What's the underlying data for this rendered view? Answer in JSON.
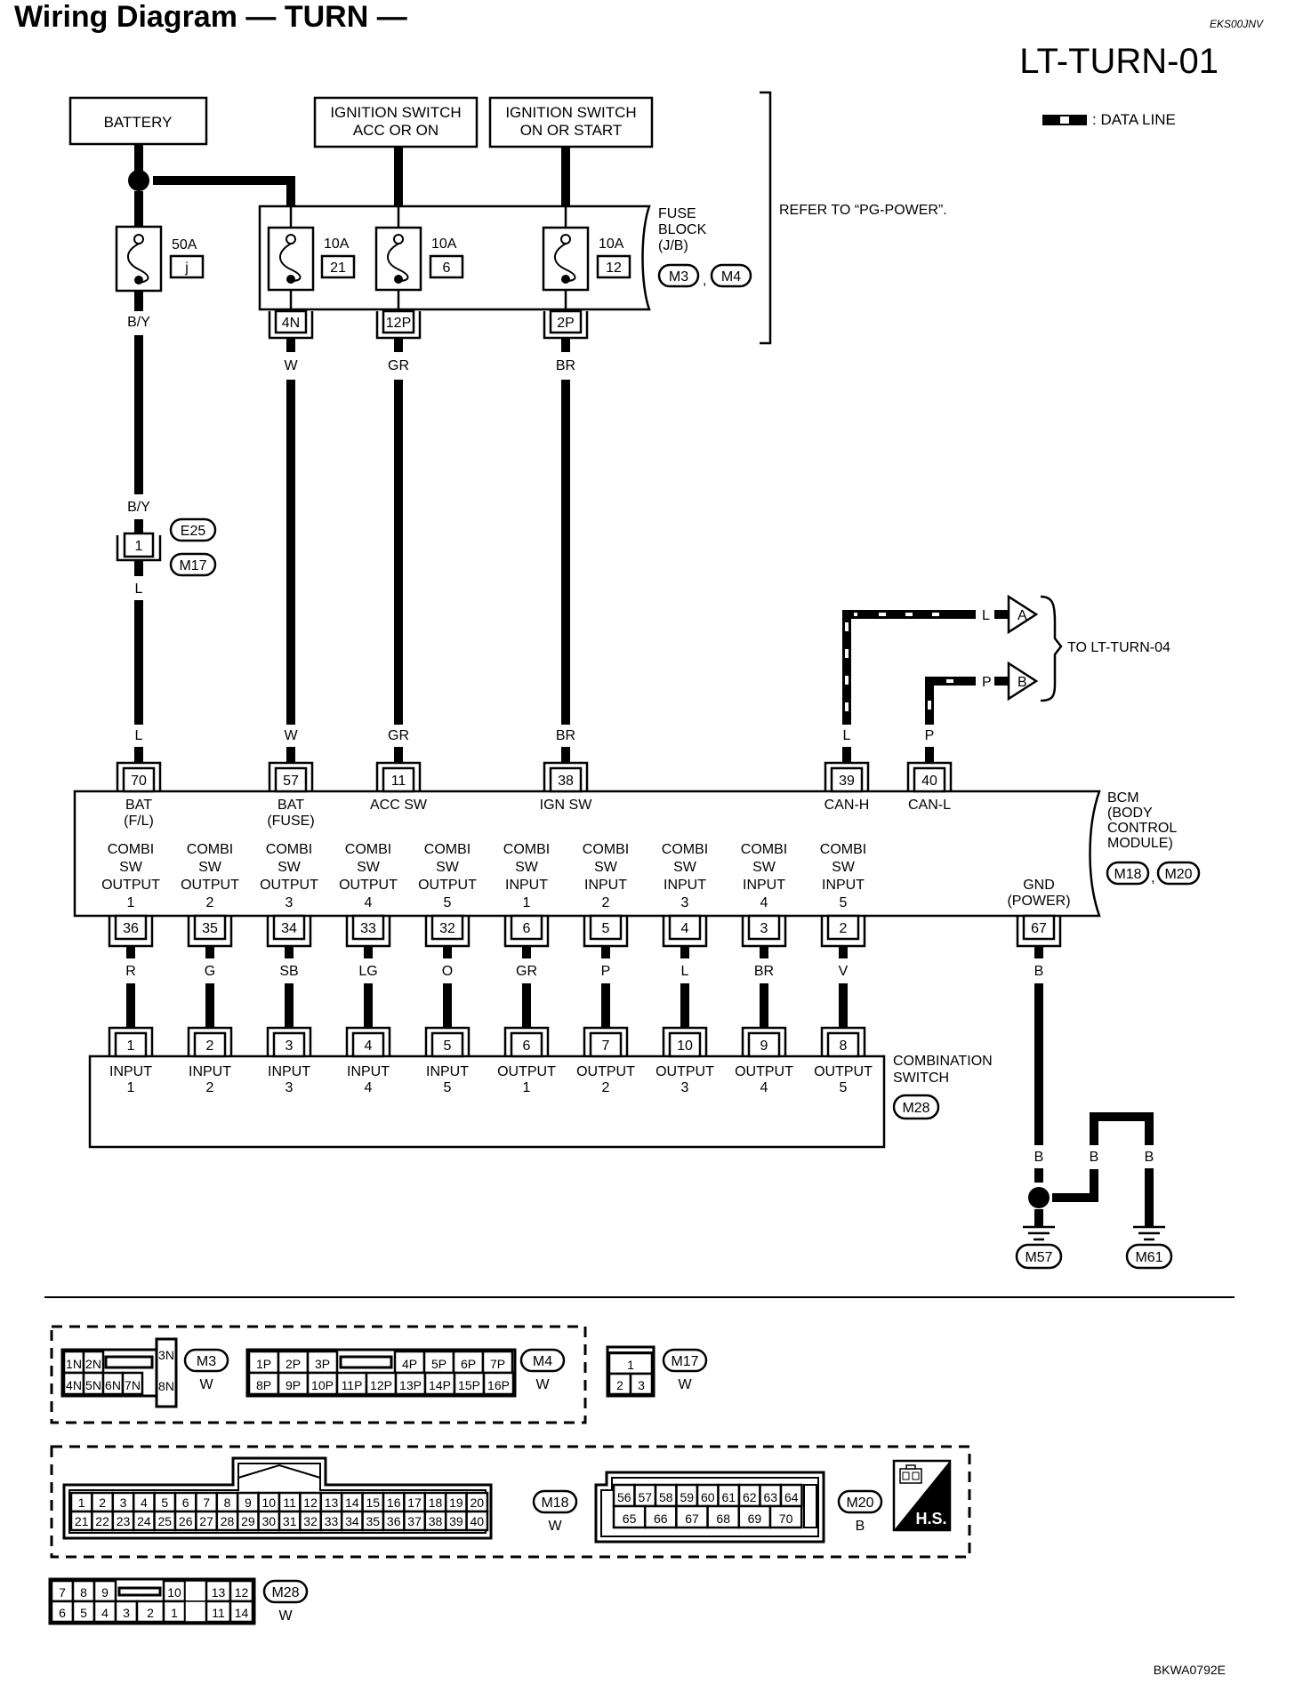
{
  "header": {
    "title": "Wiring Diagram — TURN —",
    "doc_code": "EKS00JNV",
    "page_id": "LT-TURN-01",
    "legend_label": ": DATA LINE"
  },
  "power_sources": {
    "battery": "BATTERY",
    "ign_acc_line1": "IGNITION SWITCH",
    "ign_acc_line2": "ACC OR ON",
    "ign_on_line1": "IGNITION SWITCH",
    "ign_on_line2": "ON OR START",
    "refer_note": "REFER TO “PG-POWER”."
  },
  "fuses": [
    {
      "amps": "50A",
      "id": "j"
    },
    {
      "amps": "10A",
      "id": "21"
    },
    {
      "amps": "10A",
      "id": "6"
    },
    {
      "amps": "10A",
      "id": "12"
    }
  ],
  "fuse_block": {
    "line1": "FUSE",
    "line2": "BLOCK",
    "line3": "(J/B)",
    "connectors": [
      "M3",
      "M4"
    ],
    "terminals": [
      "4N",
      "12P",
      "2P"
    ]
  },
  "wires_top": {
    "battery_upper": "B/Y",
    "battery_mid": "B/Y",
    "battery_lower": "L",
    "fuse_colors": [
      "W",
      "GR",
      "BR"
    ],
    "bcm_entry": [
      "L",
      "W",
      "GR",
      "BR"
    ],
    "can_entry": [
      "L",
      "P"
    ]
  },
  "joint_connector": {
    "pin": "1",
    "connectors": [
      "E25",
      "M17"
    ]
  },
  "can": {
    "h_color": "L",
    "l_color": "P",
    "arrow_a": "A",
    "arrow_b": "B",
    "dest": "TO LT-TURN-04"
  },
  "bcm": {
    "name_line1": "BCM",
    "name_line2": "(BODY",
    "name_line3": "CONTROL",
    "name_line4": "MODULE)",
    "connectors": [
      "M18",
      "M20"
    ],
    "top_pins": [
      {
        "pin": "70",
        "l1": "BAT",
        "l2": "(F/L)"
      },
      {
        "pin": "57",
        "l1": "BAT",
        "l2": "(FUSE)"
      },
      {
        "pin": "11",
        "l1": "ACC SW",
        "l2": ""
      },
      {
        "pin": "38",
        "l1": "IGN SW",
        "l2": ""
      },
      {
        "pin": "39",
        "l1": "CAN-H",
        "l2": ""
      },
      {
        "pin": "40",
        "l1": "CAN-L",
        "l2": ""
      }
    ],
    "bottom_pins": [
      {
        "pin": "36",
        "l1": "COMBI",
        "l2": "SW",
        "l3": "OUTPUT",
        "l4": "1",
        "wire": "R"
      },
      {
        "pin": "35",
        "l1": "COMBI",
        "l2": "SW",
        "l3": "OUTPUT",
        "l4": "2",
        "wire": "G"
      },
      {
        "pin": "34",
        "l1": "COMBI",
        "l2": "SW",
        "l3": "OUTPUT",
        "l4": "3",
        "wire": "SB"
      },
      {
        "pin": "33",
        "l1": "COMBI",
        "l2": "SW",
        "l3": "OUTPUT",
        "l4": "4",
        "wire": "LG"
      },
      {
        "pin": "32",
        "l1": "COMBI",
        "l2": "SW",
        "l3": "OUTPUT",
        "l4": "5",
        "wire": "O"
      },
      {
        "pin": "6",
        "l1": "COMBI",
        "l2": "SW",
        "l3": "INPUT",
        "l4": "1",
        "wire": "GR"
      },
      {
        "pin": "5",
        "l1": "COMBI",
        "l2": "SW",
        "l3": "INPUT",
        "l4": "2",
        "wire": "P"
      },
      {
        "pin": "4",
        "l1": "COMBI",
        "l2": "SW",
        "l3": "INPUT",
        "l4": "3",
        "wire": "L"
      },
      {
        "pin": "3",
        "l1": "COMBI",
        "l2": "SW",
        "l3": "INPUT",
        "l4": "4",
        "wire": "BR"
      },
      {
        "pin": "2",
        "l1": "COMBI",
        "l2": "SW",
        "l3": "INPUT",
        "l4": "5",
        "wire": "V"
      }
    ],
    "gnd_pin": "67",
    "gnd_l1": "GND",
    "gnd_l2": "(POWER)"
  },
  "combination_switch": {
    "name_line1": "COMBINATION",
    "name_line2": "SWITCH",
    "connector": "M28",
    "pins": [
      {
        "pin": "1",
        "l1": "INPUT",
        "l2": "1"
      },
      {
        "pin": "2",
        "l1": "INPUT",
        "l2": "2"
      },
      {
        "pin": "3",
        "l1": "INPUT",
        "l2": "3"
      },
      {
        "pin": "4",
        "l1": "INPUT",
        "l2": "4"
      },
      {
        "pin": "5",
        "l1": "INPUT",
        "l2": "5"
      },
      {
        "pin": "6",
        "l1": "OUTPUT",
        "l2": "1"
      },
      {
        "pin": "7",
        "l1": "OUTPUT",
        "l2": "2"
      },
      {
        "pin": "10",
        "l1": "OUTPUT",
        "l2": "3"
      },
      {
        "pin": "9",
        "l1": "OUTPUT",
        "l2": "4"
      },
      {
        "pin": "8",
        "l1": "OUTPUT",
        "l2": "5"
      }
    ]
  },
  "ground": {
    "wire_colors": [
      "B",
      "B",
      "B",
      "B"
    ],
    "points": [
      "M57",
      "M61"
    ]
  },
  "connector_views": {
    "m3": {
      "id": "M3",
      "color": "W",
      "row1": [
        "1N",
        "2N"
      ],
      "row2": [
        "4N",
        "5N",
        "6N",
        "7N"
      ],
      "side": [
        "3N",
        "8N"
      ]
    },
    "m4": {
      "id": "M4",
      "color": "W",
      "row1": [
        "1P",
        "2P",
        "3P",
        "",
        "4P",
        "5P",
        "6P",
        "7P"
      ],
      "row2": [
        "8P",
        "9P",
        "10P",
        "11P",
        "12P",
        "13P",
        "14P",
        "15P",
        "16P"
      ]
    },
    "m17": {
      "id": "M17",
      "color": "W",
      "row1": [
        "1"
      ],
      "row2": [
        "2",
        "3"
      ]
    },
    "m18": {
      "id": "M18",
      "color": "W",
      "row1": [
        "1",
        "2",
        "3",
        "4",
        "5",
        "6",
        "7",
        "8",
        "9",
        "10",
        "11",
        "12",
        "13",
        "14",
        "15",
        "16",
        "17",
        "18",
        "19",
        "20"
      ],
      "row2": [
        "21",
        "22",
        "23",
        "24",
        "25",
        "26",
        "27",
        "28",
        "29",
        "30",
        "31",
        "32",
        "33",
        "34",
        "35",
        "36",
        "37",
        "38",
        "39",
        "40"
      ]
    },
    "m20": {
      "id": "M20",
      "color": "B",
      "row1": [
        "56",
        "57",
        "58",
        "59",
        "60",
        "61",
        "62",
        "63",
        "64"
      ],
      "row2": [
        "65",
        "66",
        "67",
        "68",
        "69",
        "70"
      ]
    },
    "m28": {
      "id": "M28",
      "color": "W",
      "row1": [
        "7",
        "8",
        "9",
        "",
        "10",
        "",
        "13",
        "12"
      ],
      "row2": [
        "6",
        "5",
        "4",
        "3",
        "2",
        "1",
        "",
        "11",
        "14"
      ]
    },
    "hs_badge": "H.S."
  },
  "footer": {
    "figure_code": "BKWA0792E"
  }
}
